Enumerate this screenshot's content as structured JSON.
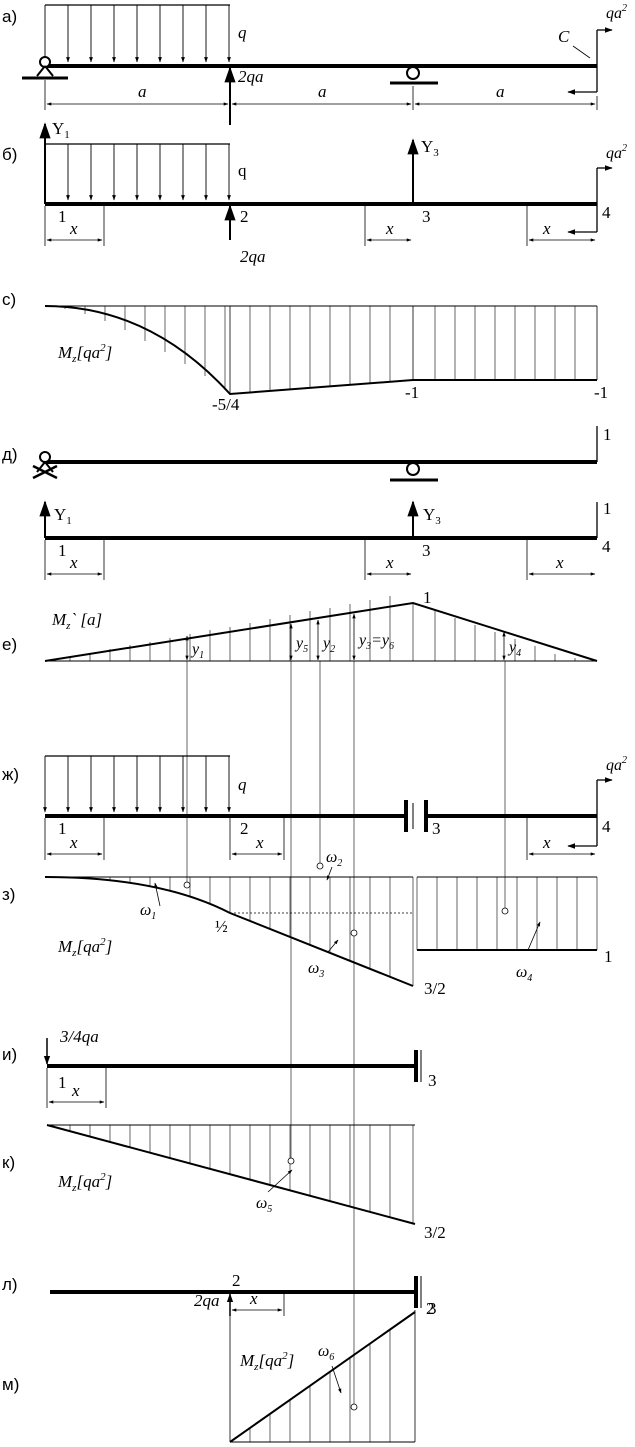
{
  "panel_labels": [
    "а)",
    "б)",
    "с)",
    "д)",
    "е)",
    "ж)",
    "з)",
    "и)",
    "к)",
    "л)",
    "м)"
  ],
  "load_q": "q",
  "force_2qa": "2qa",
  "moment_qa2": "qa",
  "moment_qa2_sup": "2",
  "point_C": "C",
  "dim_a": "a",
  "coord_x": "x",
  "reaction_Y1": "Y",
  "reaction_Y1_sub": "1",
  "reaction_Y3": "Y",
  "reaction_Y3_sub": "3",
  "node_1": "1",
  "node_2": "2",
  "node_3": "3",
  "node_4": "4",
  "axis_Mz": "M",
  "axis_Mz_sub": "z",
  "axis_Mz_unit": "[qa",
  "axis_Mz_unit_sup": "2",
  "axis_Mz_unit_end": "]",
  "axis_Mz_prime_unit": "` [a]",
  "val_m5_4": "-5/4",
  "val_m1": "-1",
  "unit_moment": "1",
  "val_y": "y",
  "val_y1": "1",
  "val_y2": "2",
  "val_y3": "3",
  "val_y4": "4",
  "val_y5": "5",
  "val_y6": "6",
  "eq": "=",
  "omega": "ω",
  "half": "½",
  "val_3_2": "3/2",
  "val_2": "2",
  "force_3_4qa": "3/4qa"
}
